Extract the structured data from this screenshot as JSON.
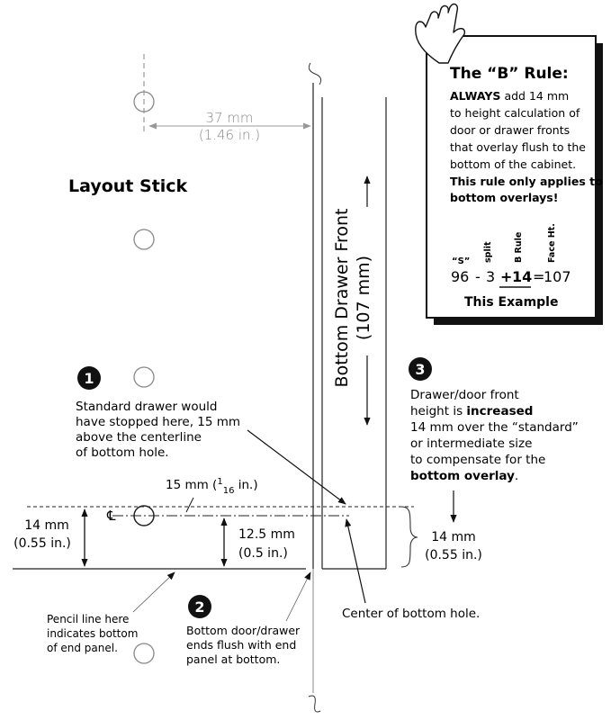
{
  "title": "Layout Stick",
  "top_dimension": {
    "mm": "37 mm",
    "inches": "(1.46 in.)"
  },
  "drawer_front": {
    "line1": "Bottom Drawer Front",
    "line2": "(107 mm)"
  },
  "b_rule": {
    "heading": "The “B” Rule:",
    "body_bold_lead": "ALWAYS",
    "body_lines": [
      "add 14 mm",
      "to height calculation of",
      "door or drawer fronts",
      "that overlay flush to the",
      "bottom of the cabinet."
    ],
    "bold_lines": [
      "This rule only applies to",
      "bottom overlays!"
    ],
    "col_labels": {
      "s": "“S”",
      "split": "split",
      "b_rule": "B Rule",
      "face_ht": "Face Ht."
    },
    "eq": {
      "a": "96",
      "minus": "-",
      "b": "3",
      "plus": "+",
      "c": "14",
      "equals": "=",
      "result": "107"
    },
    "example": "This Example"
  },
  "callout_1": {
    "number": "1",
    "lines": [
      "Standard drawer would",
      "have stopped here, 15 mm",
      "above the centerline",
      "of bottom hole."
    ]
  },
  "callout_3": {
    "number": "3",
    "line1": "Drawer/door front",
    "line2_pre": "height is ",
    "line2_bold": "increased",
    "line3": "14 mm over the “standard”",
    "line4": "or intermediate size",
    "line5": "to compensate for the",
    "line6_bold": "bottom overlay",
    "line6_post": "."
  },
  "dim_15": {
    "text": "15 mm (",
    "num": "1",
    "den": "16",
    "post": " in.)"
  },
  "centerline_symbol": "℄",
  "dim_left_14": {
    "mm": "14 mm",
    "inches": "(0.55 in.)"
  },
  "dim_12_5": {
    "mm": "12.5 mm",
    "inches": "(0.5 in.)"
  },
  "dim_right_14": {
    "mm": "14 mm",
    "inches": "(0.55 in.)"
  },
  "callout_2": {
    "number": "2",
    "lines": [
      "Bottom door/drawer",
      "ends flush with end",
      "panel at bottom."
    ]
  },
  "pencil_note": {
    "lines": [
      "Pencil line here",
      "indicates bottom",
      "of end panel."
    ]
  },
  "center_note": "Center of bottom hole."
}
